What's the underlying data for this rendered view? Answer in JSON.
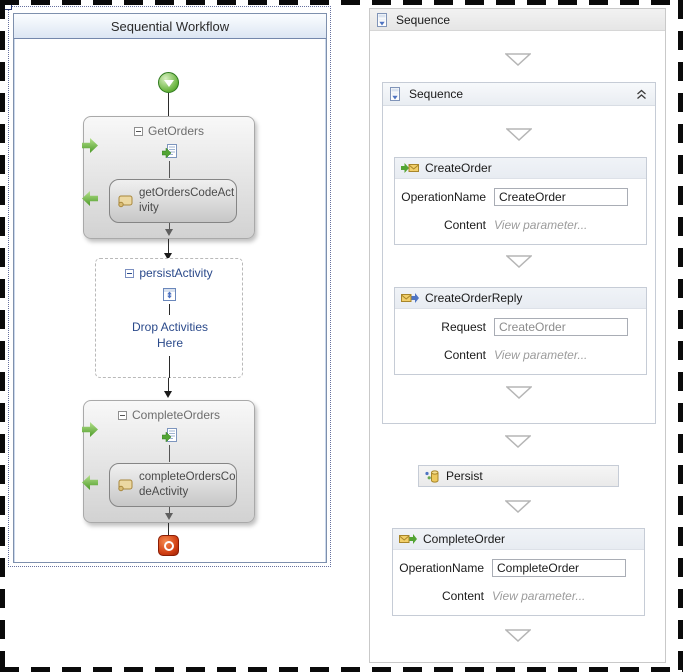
{
  "colors": {
    "panel_border_blue": "#7e90ad",
    "navy_text": "#2b4a8b",
    "start_green": "#67b33c",
    "end_red": "#cf3d12",
    "green_arrow": "#52a433",
    "activity_border": "#c6ccd6"
  },
  "left_panel": {
    "title": "Sequential Workflow",
    "get_orders": {
      "label": "GetOrders",
      "child_label": "getOrdersCodeActivity"
    },
    "persist_activity": {
      "label": "persistActivity",
      "drop_hint": "Drop Activities Here"
    },
    "complete_orders": {
      "label": "CompleteOrders",
      "child_label": "completeOrdersCodeActivity"
    }
  },
  "right_panel": {
    "outer_sequence_label": "Sequence",
    "inner_sequence_label": "Sequence",
    "create_order": {
      "title": "CreateOrder",
      "operation_name_label": "OperationName",
      "operation_name_value": "CreateOrder",
      "content_label": "Content",
      "content_link": "View parameter..."
    },
    "create_order_reply": {
      "title": "CreateOrderReply",
      "request_label": "Request",
      "request_value": "CreateOrder",
      "content_label": "Content",
      "content_link": "View parameter..."
    },
    "persist": {
      "title": "Persist"
    },
    "complete_order": {
      "title": "CompleteOrder",
      "operation_name_label": "OperationName",
      "operation_name_value": "CompleteOrder",
      "content_label": "Content",
      "content_link": "View parameter..."
    }
  }
}
